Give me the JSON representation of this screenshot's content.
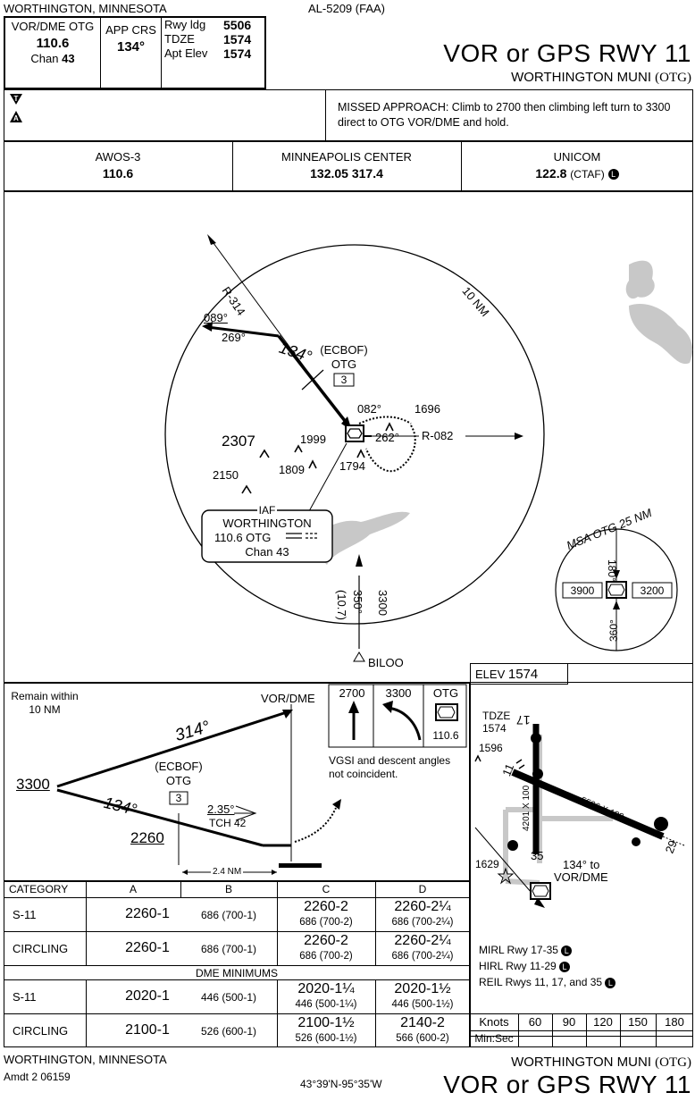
{
  "header": {
    "location": "WORTHINGTON, MINNESOTA",
    "chart_number": "AL-5209 (FAA)",
    "title": "VOR or GPS RWY 11",
    "airport": "WORTHINGTON MUNI",
    "airport_id": "(OTG)"
  },
  "briefing": {
    "nav_label": "VOR/DME OTG",
    "nav_freq": "110.6",
    "chan_label": "Chan",
    "chan_num": "43",
    "app_crs_label": "APP CRS",
    "app_crs": "134°",
    "rwy_ldg_label": "Rwy ldg",
    "rwy_ldg": "5506",
    "tdze_label": "TDZE",
    "tdze": "1574",
    "apt_elev_label": "Apt Elev",
    "apt_elev": "1574",
    "missed_approach": "MISSED APPROACH: Climb to 2700 then climbing left turn to 3300 direct to OTG VOR/DME and hold."
  },
  "comms": [
    {
      "name": "AWOS-3",
      "freq": "110.6"
    },
    {
      "name": "MINNEAPOLIS CENTER",
      "freq": "132.05  317.4"
    },
    {
      "name": "UNICOM",
      "freq": "122.8",
      "suffix": "(CTAF)"
    }
  ],
  "plan": {
    "radius_label": "10 NM",
    "radial_314": "R-314",
    "crs_089": "089°",
    "crs_269": "269°",
    "crs_134": "134°",
    "fix_name": "(ECBOF)",
    "fix_ident": "OTG",
    "fix_dme": "3",
    "hold_082": "082°",
    "hold_262": "262°",
    "radial_082": "R-082",
    "obs": [
      "2307",
      "1999",
      "1809",
      "2150",
      "1794",
      "1696"
    ],
    "iaf_label": "IAF",
    "iaf_name": "WORTHINGTON",
    "iaf_freq": "110.6  OTG",
    "iaf_chan": "Chan 43",
    "biloo": "BILOO",
    "biloo_alt": "3300",
    "biloo_crs": "350°",
    "biloo_dist": "(10.7)",
    "msa_label": "MSA OTG 25 NM",
    "msa_180": "180°",
    "msa_360": "360°",
    "msa_west": "3900",
    "msa_east": "3200"
  },
  "profile": {
    "remain": "Remain within 10 NM",
    "vor_dme": "VOR/DME",
    "alt_3300": "3300",
    "crs_314": "314°",
    "crs_134": "134°",
    "fix_name": "(ECBOF)",
    "fix_ident": "OTG",
    "fix_dme": "3",
    "gs": "2.35°",
    "tch": "TCH 42",
    "alt_2260": "2260",
    "dist": "2.4 NM",
    "ma_icons": [
      "2700",
      "3300",
      "OTG"
    ],
    "ma_freq": "110.6",
    "vgsi": "VGSI and descent angles not coincident."
  },
  "airport": {
    "elev_label": "ELEV",
    "elev": "1574",
    "tdze_label": "TDZE",
    "tdze": "1574",
    "rwy17": "17",
    "rwy35": "35",
    "rwy11": "11",
    "rwy29": "29",
    "obs1596": "1596",
    "obs1629": "1629",
    "dim1": "5506 X 100",
    "dim2": "4201 X 100",
    "crs_to": "134° to",
    "crs_to2": "VOR/DME",
    "lighting": [
      "MIRL Rwy 17-35",
      "HIRL Rwy 11-29",
      "REIL Rwys 11, 17, and 35"
    ]
  },
  "minimums": {
    "headers": [
      "CATEGORY",
      "A",
      "B",
      "C",
      "D"
    ],
    "dme_label": "DME MINIMUMS",
    "rows": [
      {
        "cat": "S-11",
        "a": "2260-1",
        "b": "686 (700-1)",
        "c1": "2260-2",
        "c2": "686 (700-2)",
        "d1": "2260-2¼",
        "d2": "686 (700-2¼)"
      },
      {
        "cat": "CIRCLING",
        "a": "2260-1",
        "b": "686 (700-1)",
        "c1": "2260-2",
        "c2": "686 (700-2)",
        "d1": "2260-2¼",
        "d2": "686 (700-2¼)"
      },
      {
        "cat": "S-11",
        "a": "2020-1",
        "b": "446 (500-1)",
        "c1": "2020-1¼",
        "c2": "446 (500-1¼)",
        "d1": "2020-1½",
        "d2": "446 (500-1½)"
      },
      {
        "cat": "CIRCLING",
        "a": "2100-1",
        "b": "526 (600-1)",
        "c1": "2100-1½",
        "c2": "526 (600-1½)",
        "d1": "2140-2",
        "d2": "566 (600-2)"
      }
    ]
  },
  "timing": {
    "knots_label": "Knots",
    "minsec_label": "Min:Sec",
    "speeds": [
      "60",
      "90",
      "120",
      "150",
      "180"
    ]
  },
  "footer": {
    "location": "WORTHINGTON, MINNESOTA",
    "amdt": "Amdt 2  06159",
    "coords": "43°39'N-95°35'W",
    "airport": "WORTHINGTON MUNI",
    "airport_id": "(OTG)",
    "title": "VOR or GPS RWY 11"
  }
}
